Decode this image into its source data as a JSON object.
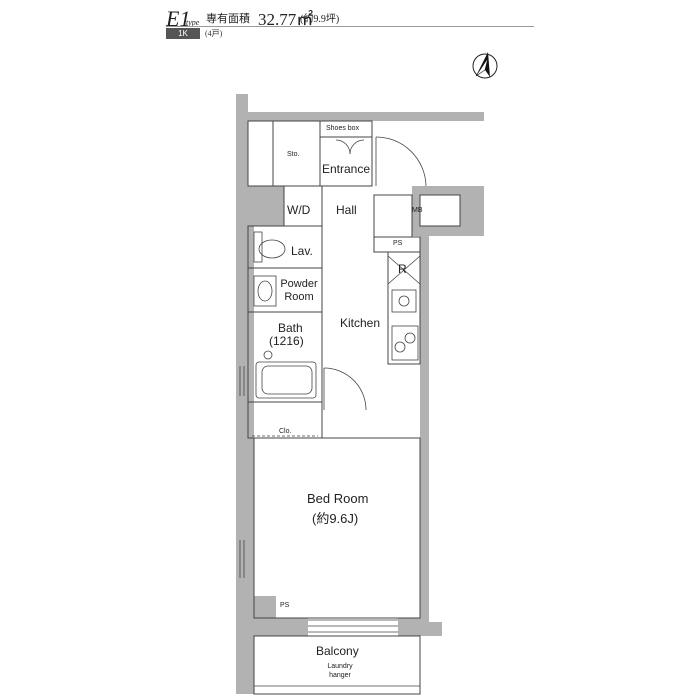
{
  "header": {
    "type_main": "E1",
    "type_sub": "type",
    "area_label": "専有面積",
    "area_value": "32.77㎡",
    "area_tsubo": "(約9.9坪)",
    "layout_badge": "1K",
    "units": "(4戸)"
  },
  "compass": {
    "label": "N"
  },
  "rooms": {
    "shoes_box": "Shoes box",
    "storage": "Sto.",
    "entrance": "Entrance",
    "walk_in_closet": "W/D",
    "hall": "Hall",
    "meter_box": "MB",
    "pipe_space_top": "PS",
    "lavatory": "Lav.",
    "refrigerator": "R",
    "powder_room": "Powder Room",
    "kitchen": "Kitchen",
    "bath": "Bath",
    "bath_size": "(1216)",
    "closet": "Clo.",
    "bedroom": "Bed Room",
    "bedroom_size": "(約9.6J)",
    "pipe_space_bottom": "PS",
    "balcony": "Balcony",
    "laundry_hanger": "Laundry hanger"
  },
  "colors": {
    "wall": "#b2b2b2",
    "line": "#444444",
    "badge": "#555555"
  }
}
